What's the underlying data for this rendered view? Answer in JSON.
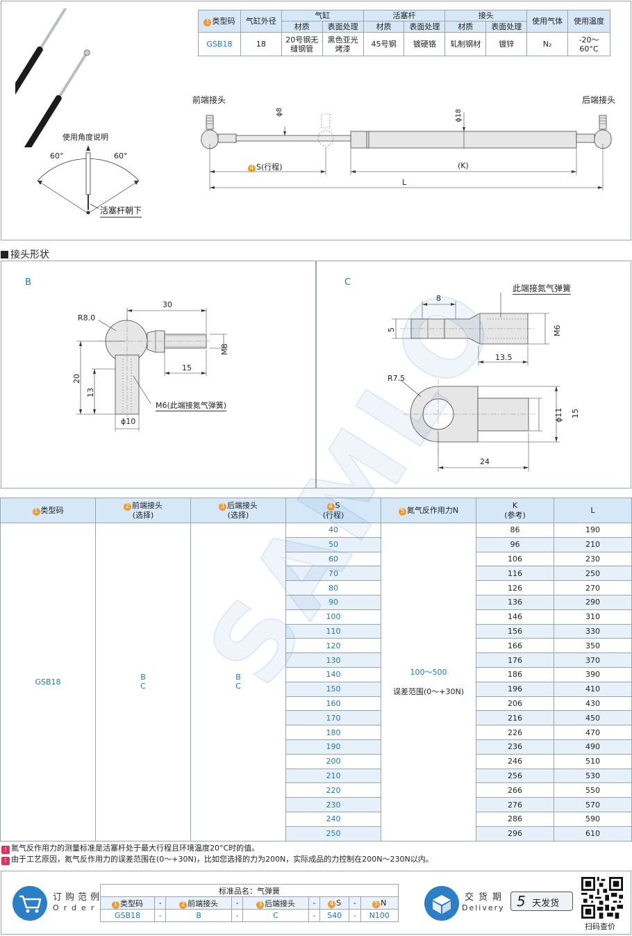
{
  "spec_table": {
    "headers": {
      "type": "类型码",
      "diameter": "气缸外径",
      "cylinder": "气缸",
      "rod": "活塞杆",
      "joint": "接头",
      "gas": "使用气体",
      "temp": "使用温度",
      "material": "材质",
      "surface": "表面处理"
    },
    "row": {
      "type": "GSB18",
      "diameter": "18",
      "cyl_material": "20号钢无缝钢管",
      "cyl_surface": "黑色亚光烤漆",
      "rod_material": "45号钢",
      "rod_surface": "镀硬铬",
      "joint_material": "轧制钢材",
      "joint_surface": "镀锌",
      "gas": "N₂",
      "temp": "-20～60°C"
    }
  },
  "angle_diagram": {
    "title": "使用角度说明",
    "angle_left": "60°",
    "angle_right": "60°",
    "note": "活塞杆朝下"
  },
  "main_drawing": {
    "front_joint": "前端接头",
    "rear_joint": "后端接头",
    "dia_rod": "ϕ8",
    "dia_cyl": "ϕ18",
    "stroke_label": "S(行程)",
    "k_label": "(K)",
    "l_label": "L"
  },
  "joint_section": {
    "title": "接头形状",
    "b": {
      "label": "B",
      "r": "R8.0",
      "d30": "30",
      "m8": "M8",
      "d15": "15",
      "d20": "20",
      "d13": "13",
      "m6": "M6(此端接氮气弹簧)",
      "d10": "ϕ10"
    },
    "c": {
      "label": "C",
      "d8": "8",
      "note": "此端接氮气弹簧",
      "d5": "5",
      "m6": "M6",
      "d135": "13.5",
      "r": "R7.5",
      "d11": "ϕ11",
      "d15": "15",
      "d24": "24"
    }
  },
  "main_table": {
    "headers": {
      "type": "类型码",
      "front": "前端接头",
      "front_sub": "(选择)",
      "rear": "后端接头",
      "rear_sub": "(选择)",
      "stroke": "S",
      "stroke_sub": "(行程)",
      "force": "氮气反作用力N",
      "k": "K",
      "k_sub": "(参考)",
      "l": "L"
    },
    "type": "GSB18",
    "front_options": "B",
    "front_options2": "C",
    "rear_options": "B",
    "rear_options2": "C",
    "force_range": "100～500",
    "force_tolerance": "误差范围(0～+30N)",
    "rows": [
      {
        "s": "40",
        "k": "86",
        "l": "190"
      },
      {
        "s": "50",
        "k": "96",
        "l": "210"
      },
      {
        "s": "60",
        "k": "106",
        "l": "230"
      },
      {
        "s": "70",
        "k": "116",
        "l": "250"
      },
      {
        "s": "80",
        "k": "126",
        "l": "270"
      },
      {
        "s": "90",
        "k": "136",
        "l": "290"
      },
      {
        "s": "100",
        "k": "146",
        "l": "310"
      },
      {
        "s": "110",
        "k": "156",
        "l": "330"
      },
      {
        "s": "120",
        "k": "166",
        "l": "350"
      },
      {
        "s": "130",
        "k": "176",
        "l": "370"
      },
      {
        "s": "140",
        "k": "186",
        "l": "390"
      },
      {
        "s": "150",
        "k": "196",
        "l": "410"
      },
      {
        "s": "160",
        "k": "206",
        "l": "430"
      },
      {
        "s": "170",
        "k": "216",
        "l": "450"
      },
      {
        "s": "180",
        "k": "226",
        "l": "470"
      },
      {
        "s": "190",
        "k": "236",
        "l": "490"
      },
      {
        "s": "200",
        "k": "246",
        "l": "510"
      },
      {
        "s": "210",
        "k": "256",
        "l": "530"
      },
      {
        "s": "220",
        "k": "266",
        "l": "550"
      },
      {
        "s": "230",
        "k": "276",
        "l": "570"
      },
      {
        "s": "240",
        "k": "286",
        "l": "590"
      },
      {
        "s": "250",
        "k": "296",
        "l": "610"
      }
    ]
  },
  "notes": [
    "氮气反作用力的测量标准是活塞杆处于最大行程且环境温度20°C时的值。",
    "由于工艺原因，氮气反作用力的误差范围在(0～+30N)，比如您选择的力为200N，实际成品的力控制在200N～230N以内。"
  ],
  "order": {
    "title": "订购范例",
    "subtitle": "Order",
    "std_name": "标准品名：气弹簧",
    "headers": [
      "类型码",
      "-",
      "前端接头",
      "-",
      "后端接头",
      "-",
      "S",
      "-",
      "N"
    ],
    "values": [
      "GSB18",
      "-",
      "B",
      "-",
      "C",
      "-",
      "S40",
      "-",
      "N100"
    ]
  },
  "delivery": {
    "title": "交货期",
    "subtitle": "Delivery",
    "days": "5",
    "unit": "天发货"
  },
  "qr": {
    "label": "扫码查价"
  },
  "watermark": "SAMLO",
  "colors": {
    "accent": "#1a78c2",
    "header_bg": "#d6e8f7",
    "badge": "#f29a2e",
    "note_icon": "#e0335f"
  }
}
